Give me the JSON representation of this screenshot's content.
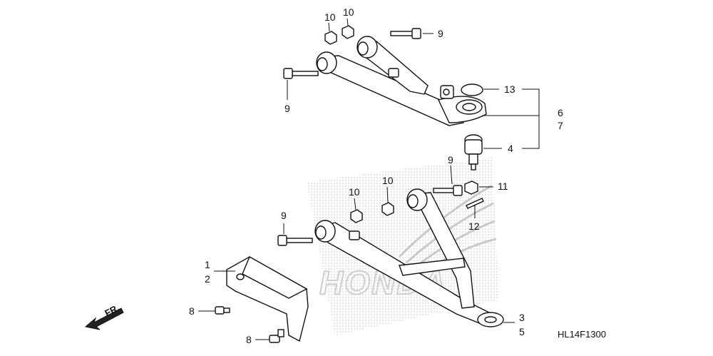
{
  "diagram": {
    "code": "HL14F1300",
    "direction_label": "FR.",
    "watermark": "HONDA",
    "colors": {
      "ink": "#111111",
      "stipple": "#bdbdbd",
      "background": "#ffffff"
    },
    "callouts": [
      {
        "id": "c10a",
        "text": "10"
      },
      {
        "id": "c10b",
        "text": "10"
      },
      {
        "id": "c9a",
        "text": "9"
      },
      {
        "id": "c9b",
        "text": "9"
      },
      {
        "id": "c13",
        "text": "13"
      },
      {
        "id": "c6",
        "text": "6"
      },
      {
        "id": "c7",
        "text": "7"
      },
      {
        "id": "c4",
        "text": "4"
      },
      {
        "id": "c9c",
        "text": "9"
      },
      {
        "id": "c10c",
        "text": "10"
      },
      {
        "id": "c10d",
        "text": "10"
      },
      {
        "id": "c11",
        "text": "11"
      },
      {
        "id": "c9d",
        "text": "9"
      },
      {
        "id": "c12",
        "text": "12"
      },
      {
        "id": "c1",
        "text": "1"
      },
      {
        "id": "c2",
        "text": "2"
      },
      {
        "id": "c3",
        "text": "3"
      },
      {
        "id": "c5",
        "text": "5"
      },
      {
        "id": "c8a",
        "text": "8"
      },
      {
        "id": "c8b",
        "text": "8"
      }
    ]
  }
}
